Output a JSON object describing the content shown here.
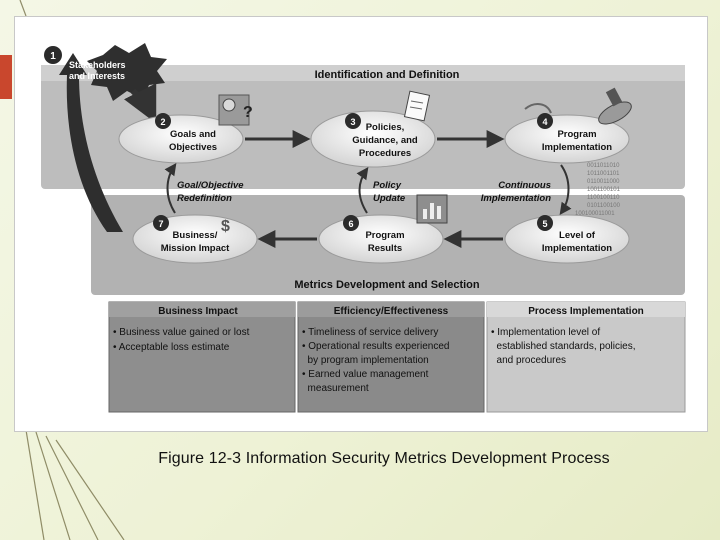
{
  "caption": "Figure 12-3 Information Security Metrics Development Process",
  "colors": {
    "accent": "#c9472d",
    "band": "#b9b9b9",
    "band_dark": "#8a8a8a",
    "panel": "#8c8c8c",
    "ellipse": "#ededed"
  },
  "diagram": {
    "top_band_label": "Identification and Definition",
    "mid_band_label": "Metrics Development and Selection",
    "steps": [
      {
        "num": "1",
        "line1": "Stakeholders",
        "line2": "and Interests",
        "line3": ""
      },
      {
        "num": "2",
        "line1": "Goals and",
        "line2": "Objectives",
        "line3": ""
      },
      {
        "num": "3",
        "line1": "Policies,",
        "line2": "Guidance, and",
        "line3": "Procedures"
      },
      {
        "num": "4",
        "line1": "Program",
        "line2": "Implementation",
        "line3": ""
      },
      {
        "num": "5",
        "line1": "Level of",
        "line2": "Implementation",
        "line3": ""
      },
      {
        "num": "6",
        "line1": "Program",
        "line2": "Results",
        "line3": ""
      },
      {
        "num": "7",
        "line1": "Business/",
        "line2": "Mission Impact",
        "line3": ""
      }
    ],
    "feedback": [
      {
        "line1": "Goal/Objective",
        "line2": "Redefinition"
      },
      {
        "line1": "Policy",
        "line2": "Update"
      },
      {
        "line1": "Continuous",
        "line2": "Implementation"
      }
    ],
    "panels": [
      {
        "title": "Business Impact",
        "bullets": [
          [
            "• Business value gained or lost"
          ],
          [
            "• Acceptable loss estimate"
          ]
        ]
      },
      {
        "title": "Efficiency/Effectiveness",
        "bullets": [
          [
            "• Timeliness of service delivery"
          ],
          [
            "• Operational results experienced",
            "  by program implementation"
          ],
          [
            "• Earned value management",
            "  measurement"
          ]
        ]
      },
      {
        "title": "Process Implementation",
        "bullets": [
          [
            "• Implementation level of",
            "  established standards, policies,",
            "  and procedures"
          ]
        ]
      }
    ]
  }
}
